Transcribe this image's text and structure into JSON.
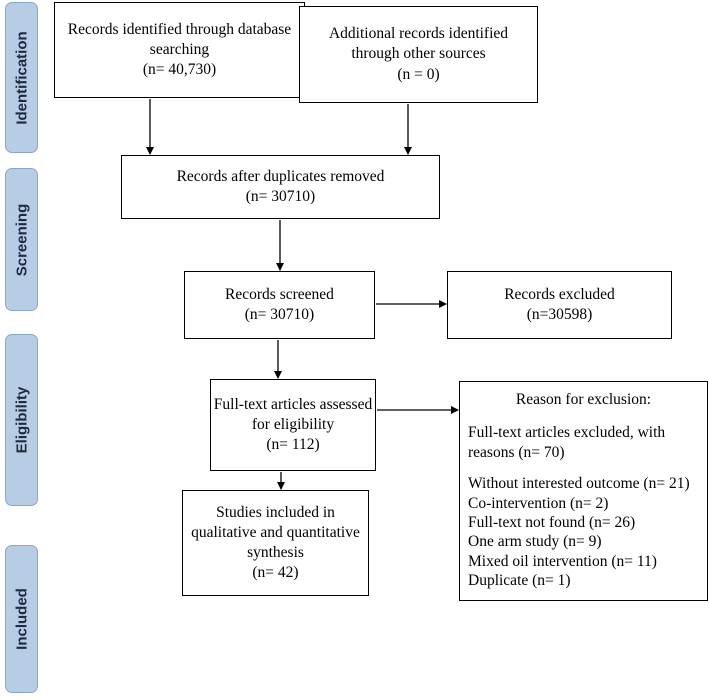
{
  "phases": {
    "identification": "Identification",
    "screening": "Screening",
    "eligibility": "Eligibility",
    "included": "Included"
  },
  "boxes": {
    "db_search": {
      "line1": "Records identified through database",
      "line2": "searching",
      "line3": "(n= 40,730)"
    },
    "other_sources": {
      "line1": "Additional records identified",
      "line2": "through other sources",
      "line3": "(n = 0)"
    },
    "dedup": {
      "line1": "Records after duplicates removed",
      "line2": "(n= 30710)"
    },
    "screened": {
      "line1": "Records screened",
      "line2": "(n= 30710)"
    },
    "excluded": {
      "line1": "Records excluded",
      "line2": "(n=30598)"
    },
    "fulltext": {
      "line1": "Full-text articles assessed",
      "line2": "for eligibility",
      "line3": "(n= 112)"
    },
    "included": {
      "line1": "Studies included in",
      "line2": "qualitative and quantitative",
      "line3": "synthesis",
      "line4": "(n= 42)"
    }
  },
  "reasons": {
    "title": "Reason for exclusion:",
    "summary_line1": "Full-text articles excluded, with",
    "summary_line2": "reasons (n= 70)",
    "items": [
      "Without interested outcome (n= 21)",
      "Co-intervention (n= 2)",
      "Full-text not found (n= 26)",
      "One arm study (n= 9)",
      "Mixed oil intervention (n= 11)",
      "Duplicate (n= 1)"
    ]
  }
}
